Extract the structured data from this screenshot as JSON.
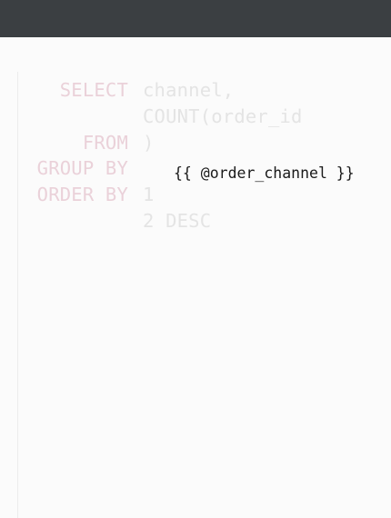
{
  "sql_editor": {
    "keywords": {
      "select": "SELECT",
      "from": "FROM",
      "group_by": "GROUP BY",
      "order_by": "ORDER BY"
    },
    "lines": [
      "channel,",
      "COUNT(order_id",
      ")",
      "1",
      "2 DESC"
    ]
  },
  "overlay": {
    "template_text": "{{ @order_channel }}"
  },
  "colors": {
    "topbar": "#3b3f42",
    "keyword": "#ead1d9",
    "code": "#e4e4e4",
    "overlay_text": "#1a1a1a"
  }
}
